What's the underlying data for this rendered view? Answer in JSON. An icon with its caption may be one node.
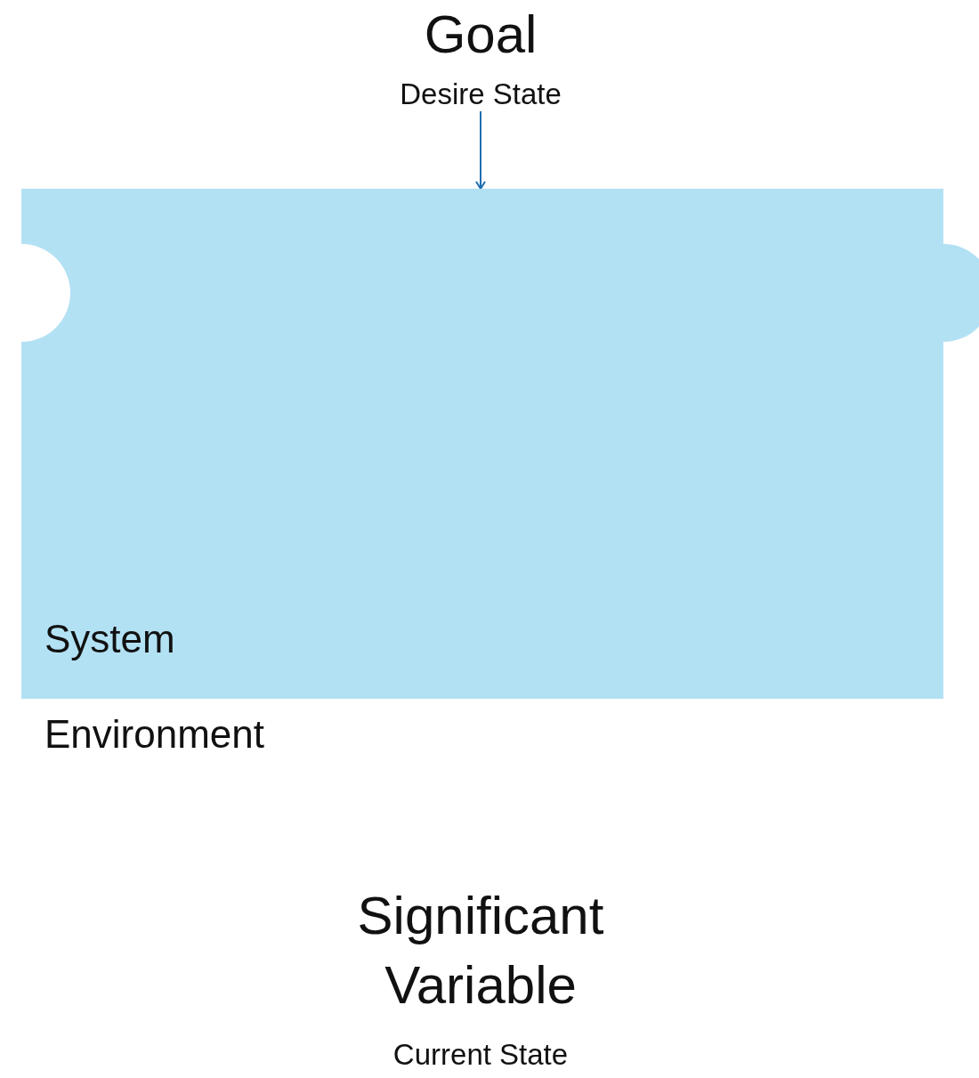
{
  "diagram": {
    "nodes": [
      {
        "text": [
          "Goal",
          "Desire State"
        ]
      },
      {
        "text": [
          "System"
        ]
      }
    ],
    "edges": [
      {
        "from": 0,
        "to": 1,
        "arrow": "to"
      }
    ],
    "labels": [
      "Environment",
      "Significant Variable",
      "Current State"
    ]
  }
}
